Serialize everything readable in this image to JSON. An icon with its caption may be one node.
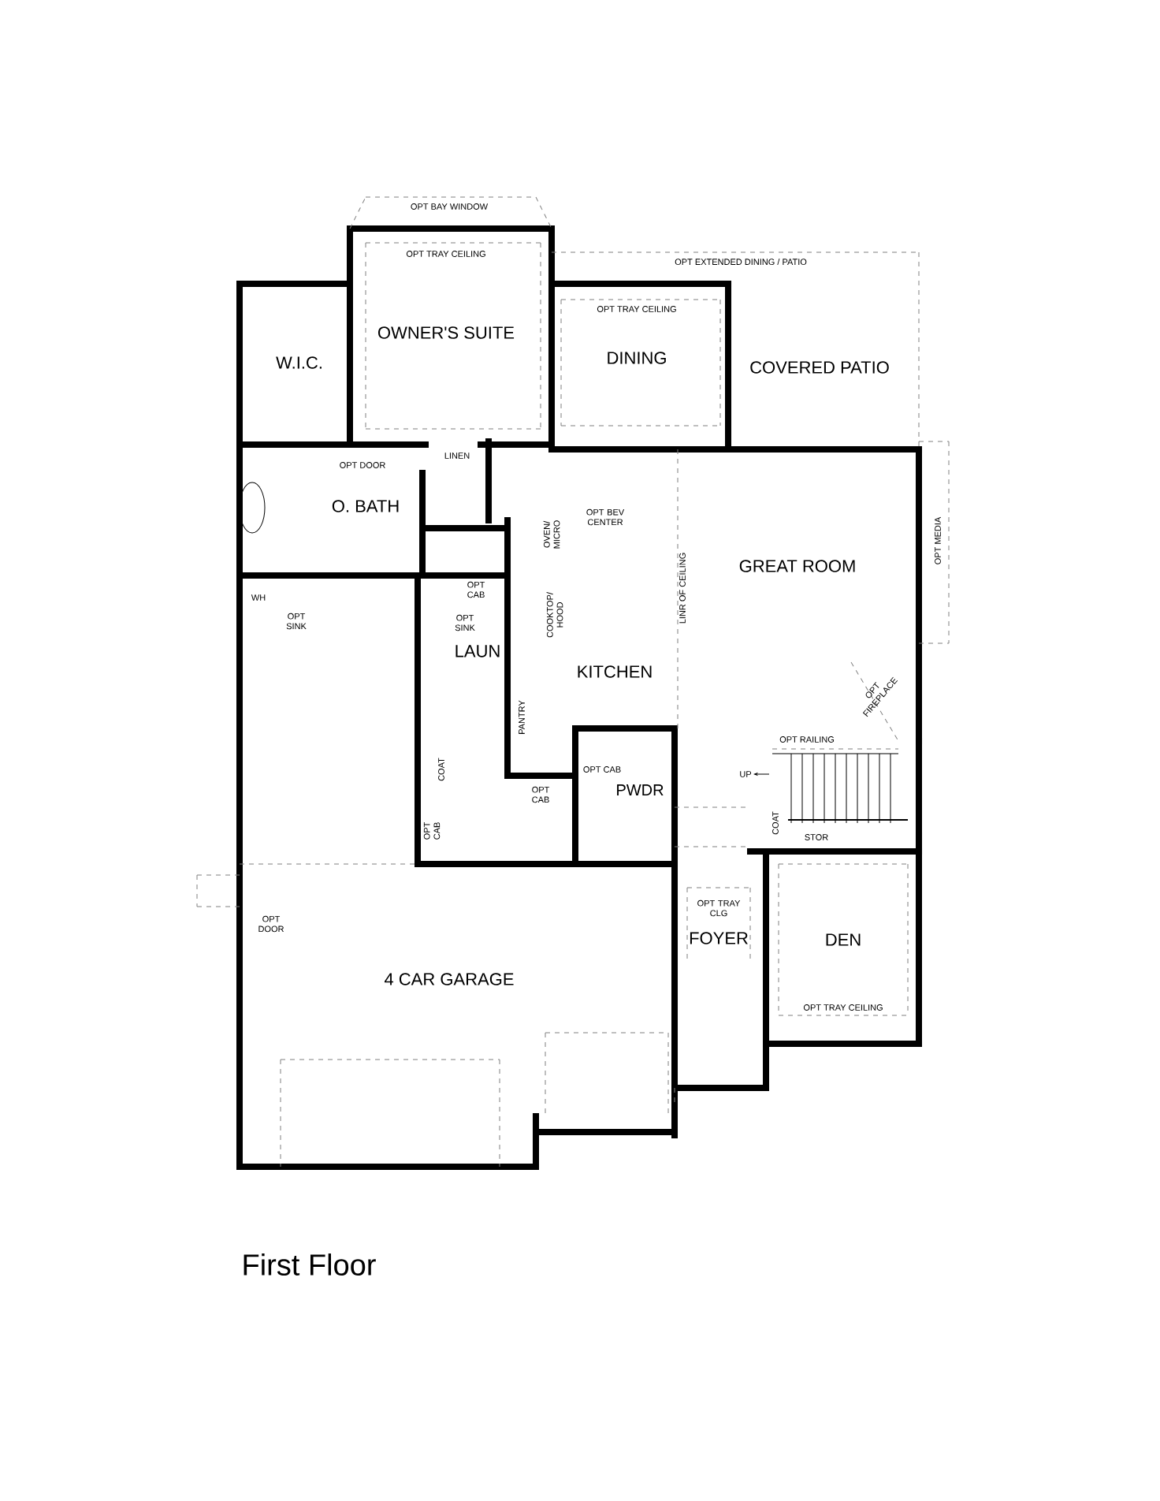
{
  "diagram": {
    "caption": "First Floor",
    "labels": [
      "OPT BAY WINDOW",
      "OPT TRAY CEILING",
      "OPT EXTENDED DINING / PATIO",
      "W.I.C.",
      "OWNER'S SUITE",
      "OPT TRAY CEILING",
      "DINING",
      "COVERED PATIO",
      "OPT DOOR",
      "LINEN",
      "O. BATH",
      "OPT BEV CENTER",
      "OVEN/ MICRO",
      "GREAT ROOM",
      "OPT MEDIA",
      "LINR OF CEILING",
      "WH",
      "OPT SINK",
      "OPT CAB",
      "OPT SINK",
      "LAUN",
      "COOKTOP/ HOOD",
      "KITCHEN",
      "OPT FIREPLACE",
      "PANTRY",
      "OPT RAILING",
      "COAT",
      "OPT CAB",
      "PWDR",
      "OPT CAB",
      "UP",
      "OPT CAB",
      "COAT",
      "STOR",
      "OPT DOOR",
      "OPT TRAY CLG",
      "FOYER",
      "DEN",
      "4 CAR GARAGE",
      "OPT TRAY CEILING"
    ]
  }
}
